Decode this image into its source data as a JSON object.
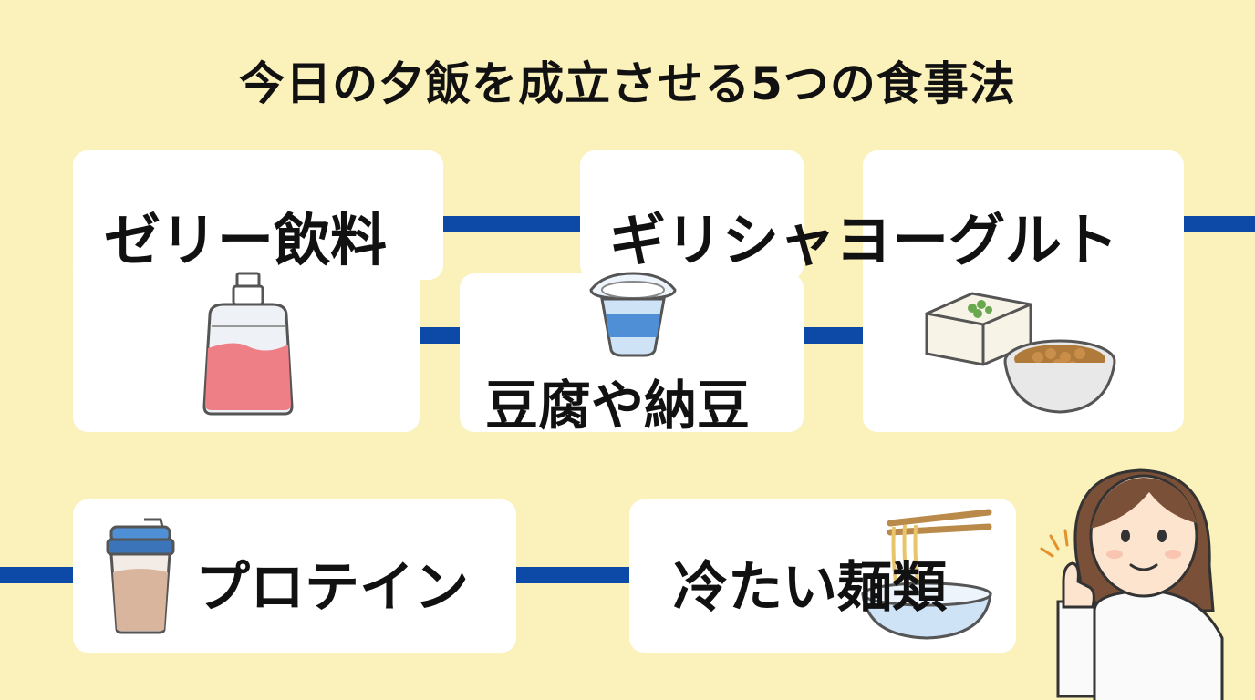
{
  "title": "今日の夕飯を成立させる5つの食事法",
  "items": [
    {
      "label": "ゼリー飲料",
      "icon": "jelly-drink-pouch-icon"
    },
    {
      "label": "ギリシャヨーグルト",
      "icon": "yogurt-cup-icon"
    },
    {
      "label": "豆腐や納豆",
      "icon": "tofu-natto-icon"
    },
    {
      "label": "プロテイン",
      "icon": "protein-shaker-icon"
    },
    {
      "label": "冷たい麺類",
      "icon": "noodle-bowl-icon"
    }
  ],
  "colors": {
    "background": "#fbf1bb",
    "connector": "#0d4aa8",
    "card": "#ffffff"
  }
}
